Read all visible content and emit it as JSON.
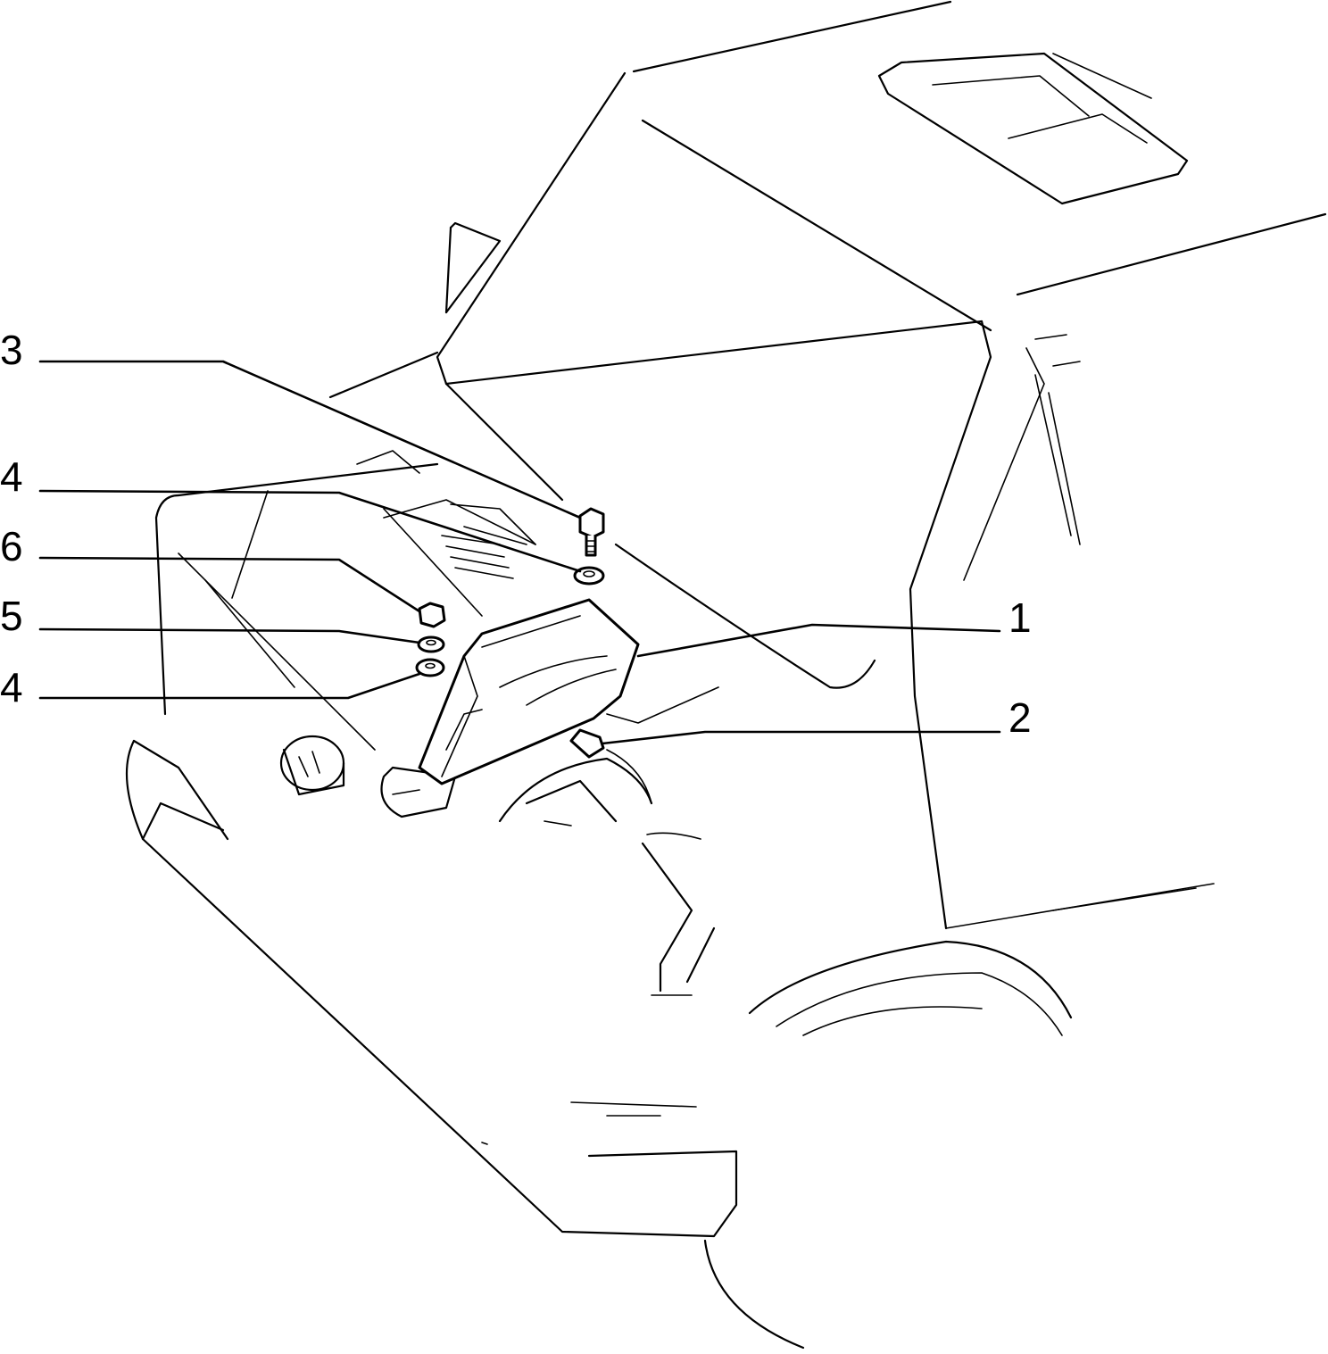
{
  "diagram": {
    "callouts": [
      {
        "id": "c3",
        "label": "3"
      },
      {
        "id": "c4a",
        "label": "4"
      },
      {
        "id": "c6",
        "label": "6"
      },
      {
        "id": "c5",
        "label": "5"
      },
      {
        "id": "c4b",
        "label": "4"
      },
      {
        "id": "c1",
        "label": "1"
      },
      {
        "id": "c2",
        "label": "2"
      }
    ]
  }
}
